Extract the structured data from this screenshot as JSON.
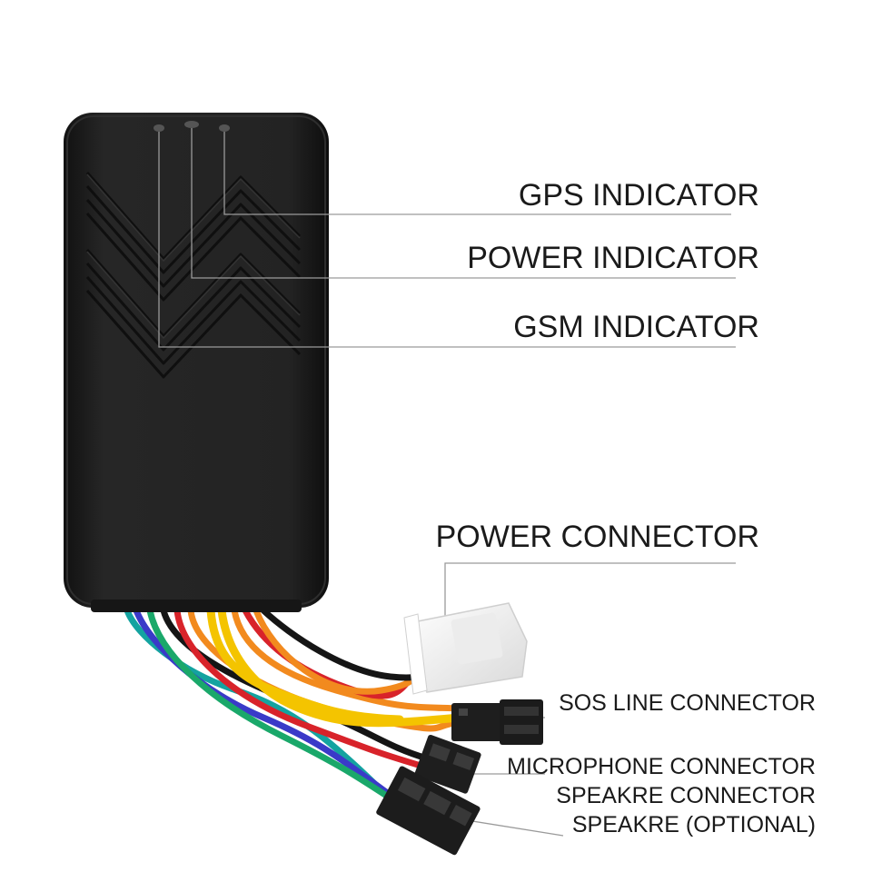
{
  "labels": {
    "gps_indicator": "GPS INDICATOR",
    "power_indicator": "POWER INDICATOR",
    "gsm_indicator": "GSM INDICATOR",
    "power_connector": "POWER CONNECTOR",
    "sos_line_connector": "SOS LINE CONNECTOR",
    "microphone_connector": "MICROPHONE CONNECTOR",
    "speaker_connector": "SPEAKRE CONNECTOR",
    "speaker_optional": "SPEAKRE (OPTIONAL)"
  },
  "colors": {
    "device_body": "#1c1c1c",
    "wire_orange": "#f28a1e",
    "wire_red": "#d8232a",
    "wire_yellow": "#f4c400",
    "wire_green": "#1aa86a",
    "wire_blue": "#3a3ac8",
    "wire_black": "#151515",
    "wire_teal": "#14a3a0",
    "connector_white": "#f4f4f4",
    "connector_black": "#1e1e1e",
    "leader_line": "#9a9a9a"
  }
}
